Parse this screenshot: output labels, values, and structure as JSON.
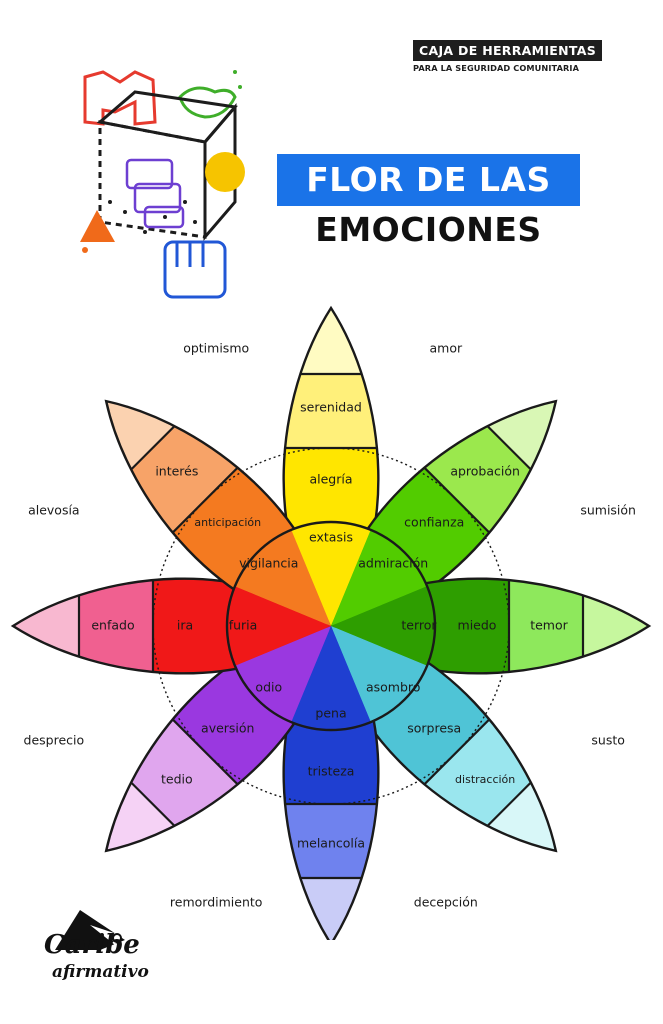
{
  "header": {
    "toolbox_title": "CAJA DE HERRAMIENTAS",
    "toolbox_subtitle": "PARA LA SEGURIDAD COMUNITARIA"
  },
  "title": {
    "line1": "FLOR DE LAS",
    "line2": "EMOCIONES"
  },
  "logo": {
    "name": "Caribe",
    "subname": "afirmativo"
  },
  "diagram": {
    "petals": [
      {
        "color": "#ffe600",
        "light": "#fffbc2",
        "mid": "#fff07a",
        "labels": [
          "serenidad",
          "alegría",
          "extasis"
        ]
      },
      {
        "color": "#52cc00",
        "light": "#d9f7b5",
        "mid": "#9be84d",
        "labels": [
          "aprobación",
          "confianza",
          "admiración"
        ]
      },
      {
        "color": "#2e9e00",
        "light": "#c6f79e",
        "mid": "#8ee85c",
        "labels": [
          "temor",
          "miedo",
          "terror"
        ]
      },
      {
        "color": "#4fc4d6",
        "light": "#d8f7f8",
        "mid": "#9ae6ee",
        "labels": [
          "distracción",
          "sorpresa",
          "asombro"
        ]
      },
      {
        "color": "#1f3fd1",
        "light": "#c9ccf7",
        "mid": "#6f82ee",
        "labels": [
          "melancolía",
          "tristeza",
          "pena"
        ]
      },
      {
        "color": "#9a38e0",
        "light": "#f5d2f5",
        "mid": "#e0a6ee",
        "labels": [
          "tedio",
          "aversión",
          "odio"
        ]
      },
      {
        "color": "#f01818",
        "light": "#f8b8d0",
        "mid": "#f06090",
        "labels": [
          "enfado",
          "ira",
          "furia"
        ]
      },
      {
        "color": "#f47a20",
        "light": "#fbd2b0",
        "mid": "#f7a368",
        "labels": [
          "interés",
          "anticipación",
          "vigilancia"
        ]
      }
    ],
    "dyads": [
      {
        "label": "amor"
      },
      {
        "label": "sumisión"
      },
      {
        "label": "susto"
      },
      {
        "label": "decepción"
      },
      {
        "label": "remordimiento"
      },
      {
        "label": "desprecio"
      },
      {
        "label": "alevosía"
      },
      {
        "label": "optimismo"
      }
    ]
  }
}
